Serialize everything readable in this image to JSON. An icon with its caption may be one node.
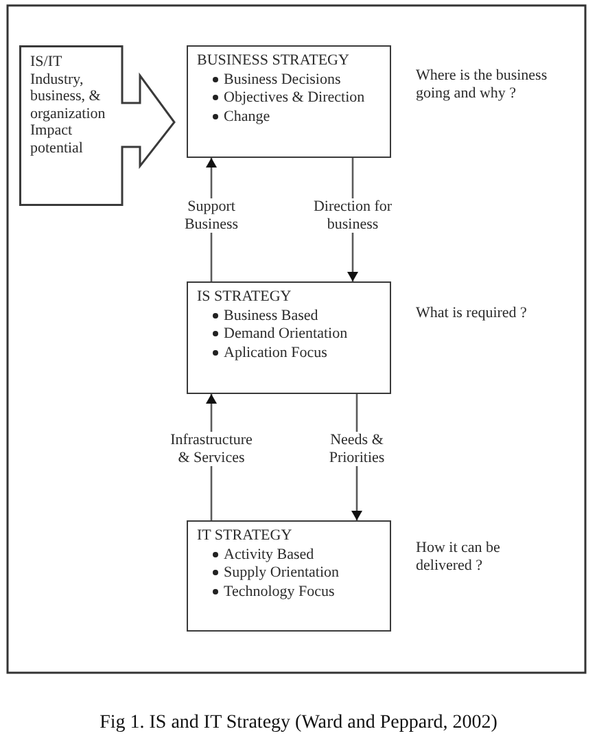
{
  "diagram": {
    "caption": "Fig 1. IS and IT Strategy (Ward and Peppard, 2002)",
    "nodes": [
      {
        "text": [
          "IS/IT Industry, business, & organization Impact potential"
        ]
      },
      {
        "text": [
          "BUSINESS STRATEGY",
          "Business Decisions",
          "Objectives & Direction",
          "Change"
        ],
        "beside": [
          "Where is the business going and why ?"
        ]
      },
      {
        "text": [
          "IS STRATEGY",
          "Business Based",
          "Demand Orientation",
          "Aplication Focus"
        ],
        "beside": [
          "What is required ?"
        ]
      },
      {
        "text": [
          "IT STRATEGY",
          "Activity Based",
          "Supply Orientation",
          "Technology Focus"
        ],
        "beside": [
          "How it can be delivered ?"
        ]
      }
    ],
    "edges": [
      {
        "from": 2,
        "to": 1,
        "arrow": "to",
        "label": "Support Business"
      },
      {
        "from": 1,
        "to": 2,
        "arrow": "to",
        "label": "Direction for business"
      },
      {
        "from": 3,
        "to": 2,
        "arrow": "to",
        "label": "Infrastructure & Services"
      },
      {
        "from": 2,
        "to": 3,
        "arrow": "to",
        "label": "Needs & Priorities"
      }
    ]
  }
}
